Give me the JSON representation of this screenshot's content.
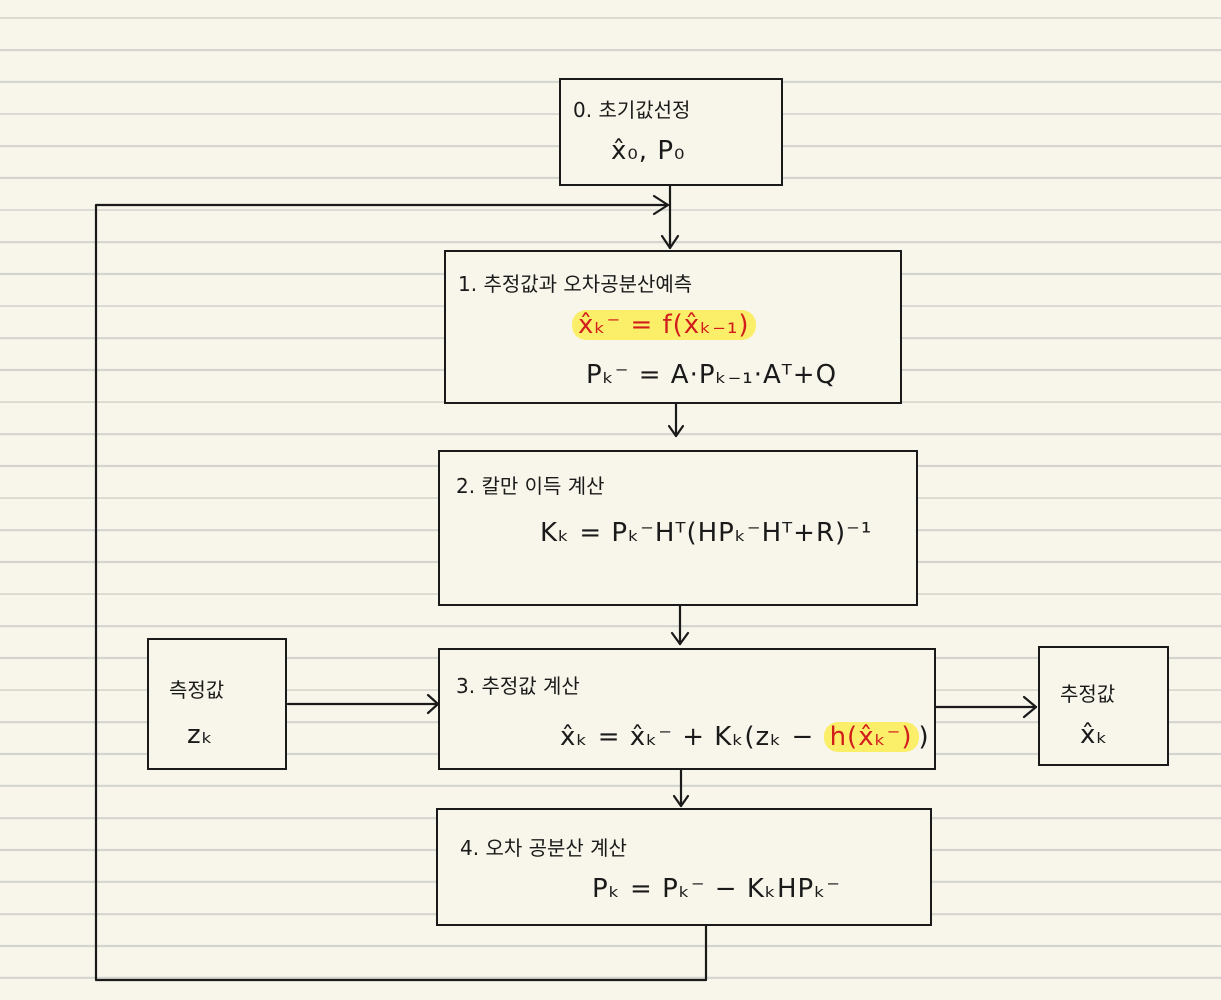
{
  "steps": {
    "init": {
      "title": "0. 초기값선정",
      "eq": "x̂₀, P₀"
    },
    "predict": {
      "title": "1. 추정값과 오차공분산예측",
      "eq1": "x̂ₖ⁻ = f(x̂ₖ₋₁)",
      "eq2": "Pₖ⁻ = A·Pₖ₋₁·Aᵀ+Q"
    },
    "gain": {
      "title": "2. 칼만 이득 계산",
      "eq": "Kₖ = Pₖ⁻Hᵀ(HPₖ⁻Hᵀ+R)⁻¹"
    },
    "estimate": {
      "title": "3. 추정값 계산",
      "eq_main": "x̂ₖ = x̂ₖ⁻ + Kₖ(zₖ −",
      "eq_hl": "h(x̂ₖ⁻)",
      "eq_end": ")"
    },
    "covariance": {
      "title": "4. 오차 공분산 계산",
      "eq": "Pₖ = Pₖ⁻ − KₖHPₖ⁻"
    }
  },
  "measurement": {
    "label": "측정값",
    "symbol": "zₖ"
  },
  "output": {
    "label": "추정값",
    "symbol": "x̂ₖ"
  },
  "colors": {
    "highlight": "#fbef6a",
    "red": "#d21d1d",
    "paper": "#f8f6ea",
    "rule": "#d5d5cf"
  }
}
